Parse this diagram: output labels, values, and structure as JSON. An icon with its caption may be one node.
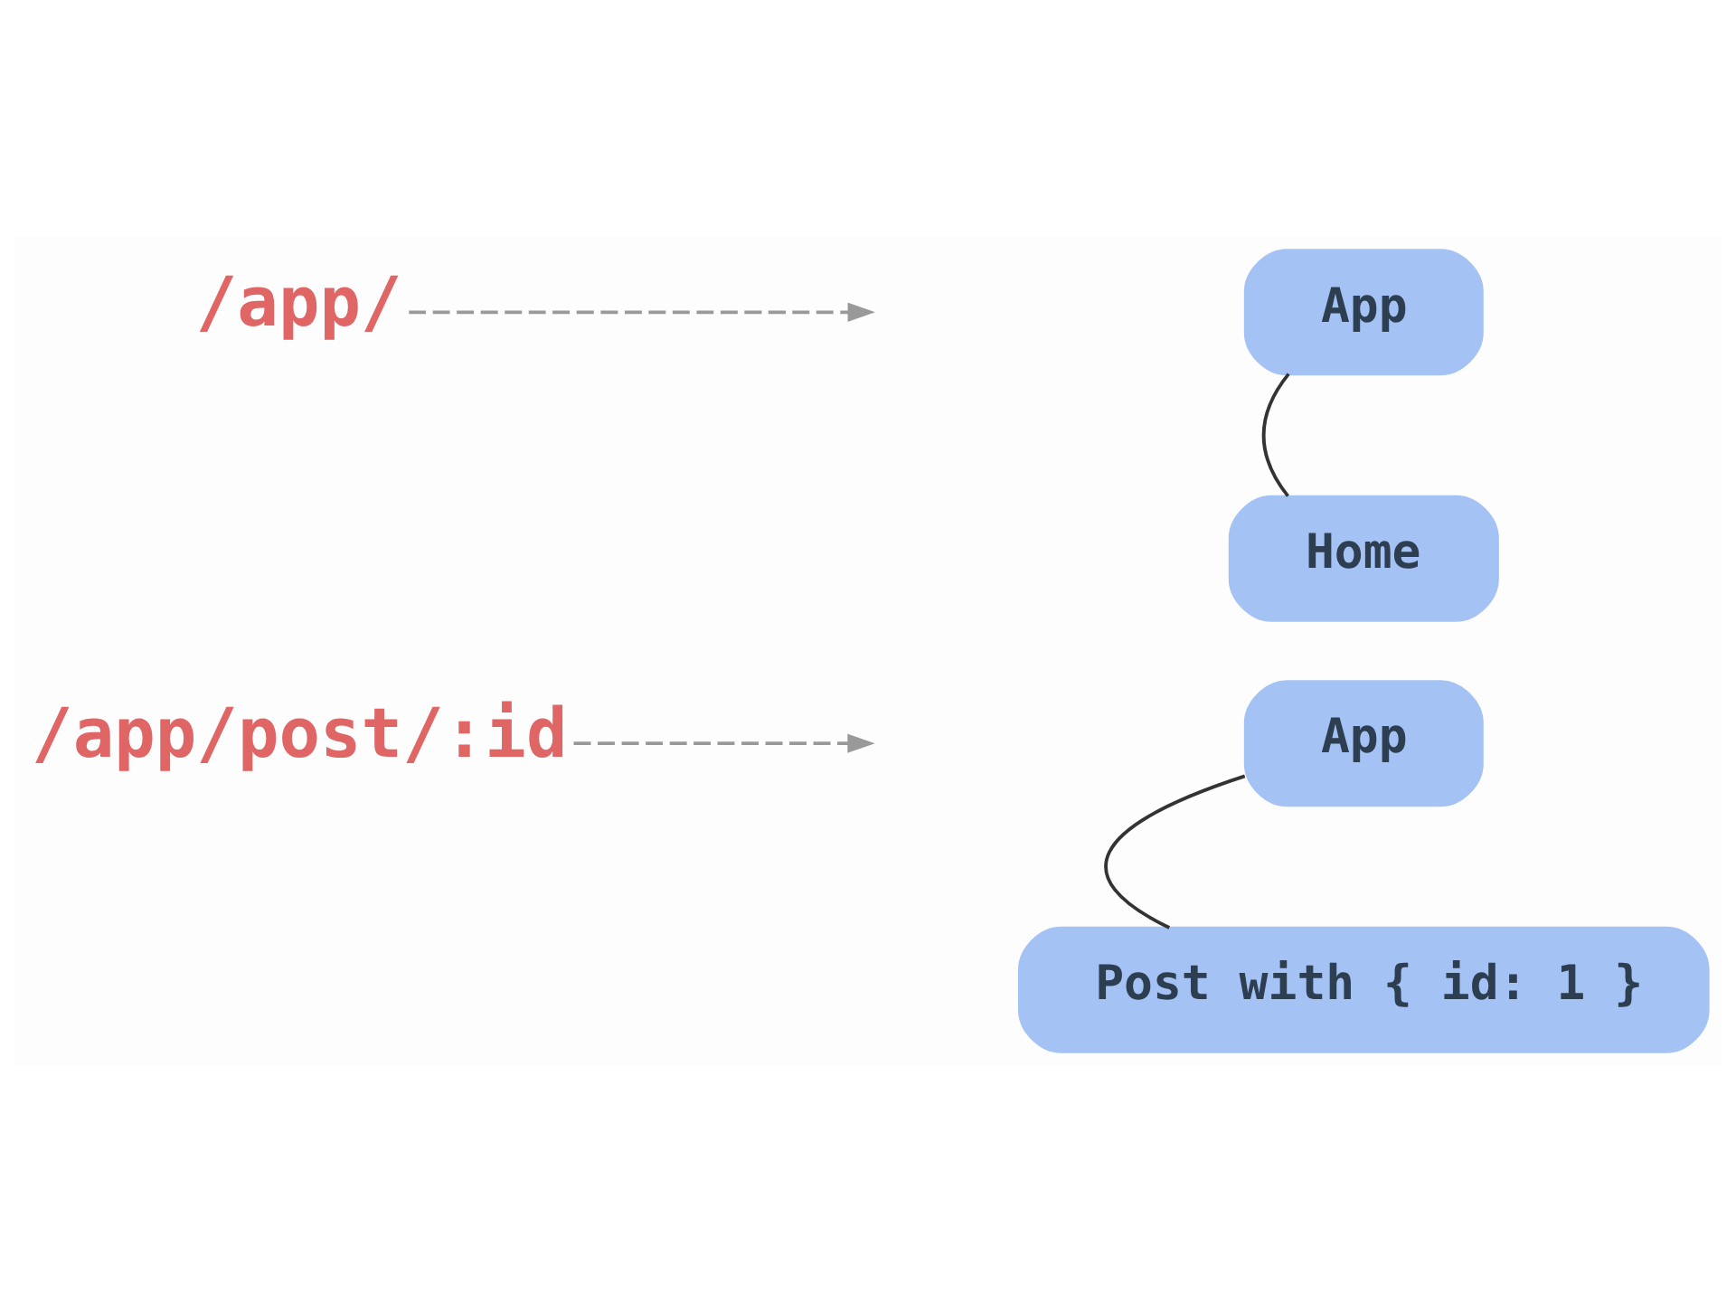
{
  "diagram": {
    "nodes": [
      {
        "text": [
          "/app/"
        ]
      },
      {
        "text": [
          "App"
        ]
      },
      {
        "text": [
          "Home"
        ]
      },
      {
        "text": [
          "/app/post/:id"
        ]
      },
      {
        "text": [
          "App"
        ]
      },
      {
        "text": [
          "Post with { id: 1 }"
        ]
      }
    ],
    "edges": [
      {
        "from": 0,
        "to": null,
        "arrow": "to",
        "style": "dashed",
        "color": "#999999"
      },
      {
        "from": 1,
        "to": 2,
        "arrow": "none",
        "color": "#333333"
      },
      {
        "from": 3,
        "to": null,
        "arrow": "to",
        "style": "dashed",
        "color": "#999999"
      },
      {
        "from": 4,
        "to": 5,
        "arrow": "none",
        "color": "#333333"
      }
    ]
  }
}
